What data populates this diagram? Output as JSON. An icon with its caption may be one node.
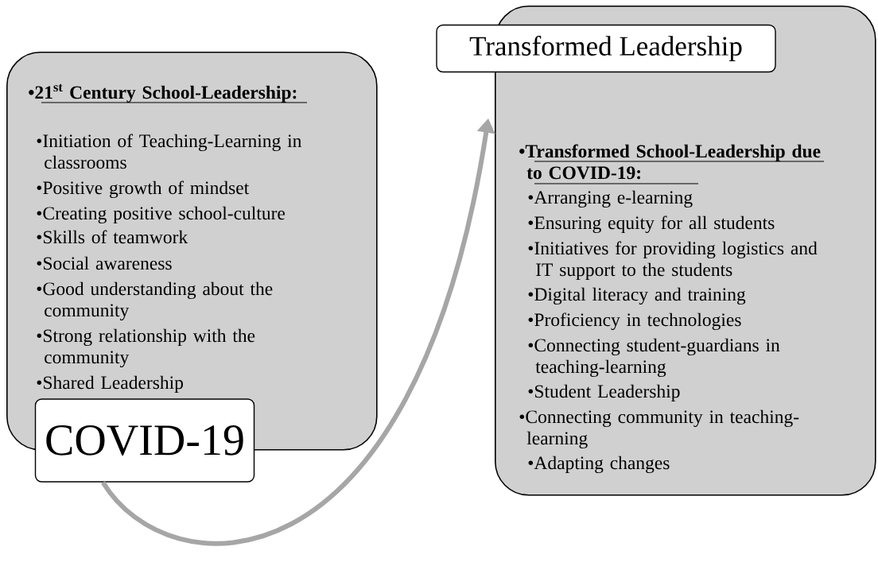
{
  "diagram": {
    "nodes": [
      {
        "text": [
          "•21$^{st}$ Century School-Leadership:",
          "•Initiation of Teaching-Learning in classrooms",
          "•Positive growth of mindset",
          "•Creating positive school-culture",
          "•Skills of teamwork",
          "•Social awareness",
          "•Good understanding about the community",
          "•Strong relationship with the community",
          "•Shared Leadership"
        ]
      },
      {
        "text": [
          "COVID-19"
        ]
      },
      {
        "text": [
          "Transformed Leadership"
        ]
      },
      {
        "text": [
          "•Transformed School-Leadership due to COVID-19:",
          "•Arranging e-learning",
          "•Ensuring equity for all students",
          "•Initiatives for providing logistics and IT support to the students",
          "•Digital literacy and training",
          "•Proficiency in technologies",
          "•Connecting student-guardians in teaching-learning",
          "•Student Leadership",
          "•Connecting community in teaching-learning",
          "•Adapting changes"
        ]
      }
    ],
    "edges": [
      {
        "from": 1,
        "to": 3,
        "arrow": "to",
        "color": "#a6a6a6"
      }
    ]
  }
}
